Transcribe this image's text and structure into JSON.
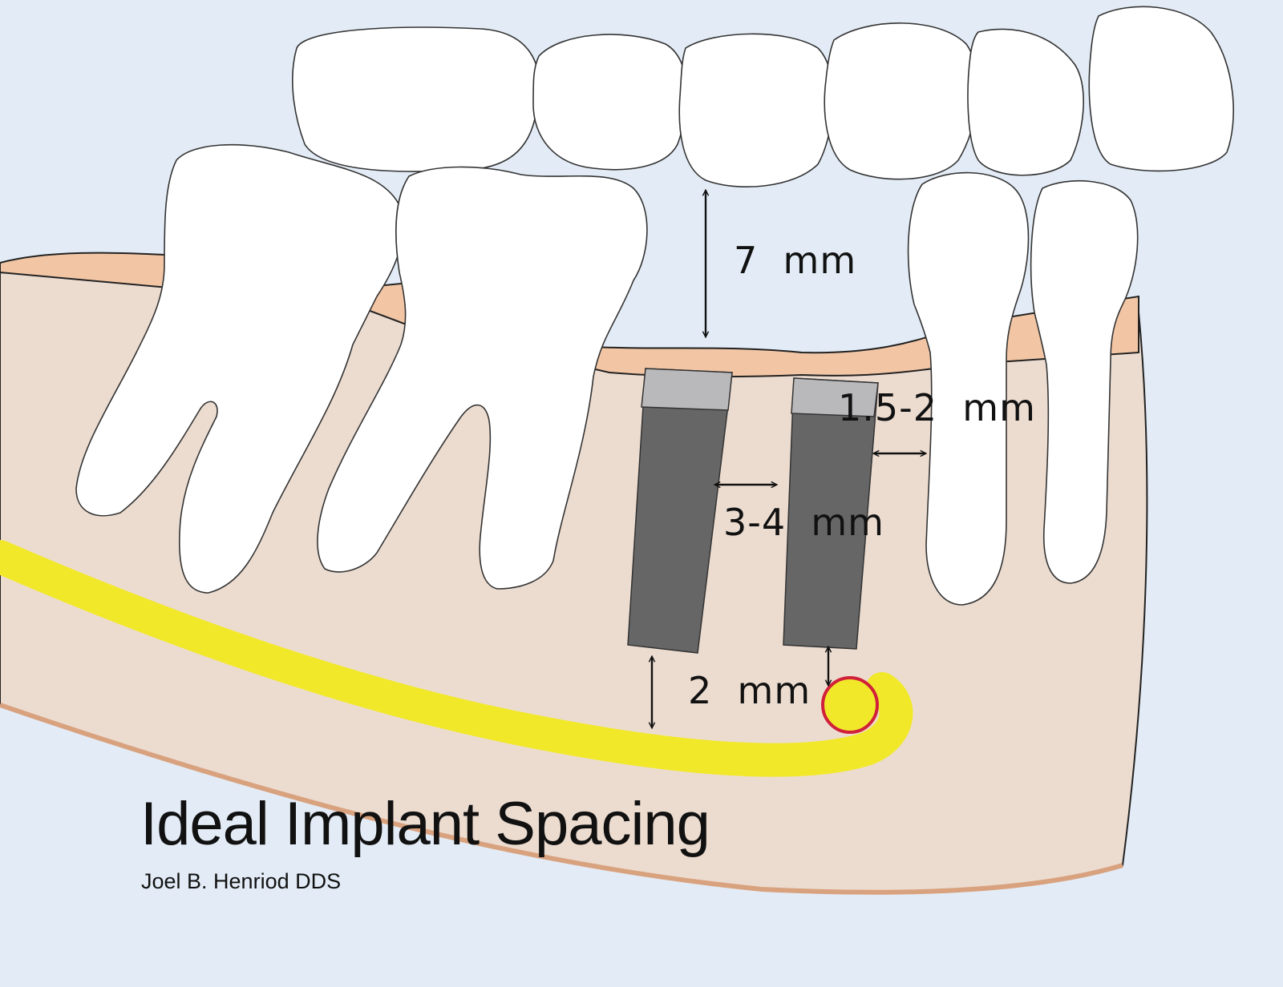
{
  "colors": {
    "background": "#e3ecf6",
    "gum": "#f2c6a5",
    "bone": "#ecdcd0",
    "tooth": "#ffffff",
    "implant_body": "#666666",
    "implant_collar": "#b9b9bc",
    "nerve": "#f1e82a",
    "foramen_outline": "#d1203a",
    "arrows": "#111111"
  },
  "labels": {
    "occlusal_clearance": "7  mm",
    "implant_to_tooth": "1.5-2  mm",
    "implant_to_implant": "3-4  mm",
    "implant_to_nerve": "2  mm"
  },
  "title": "Ideal Implant Spacing",
  "author": "Joel B. Henriod DDS",
  "icons": [
    "double-arrow-vertical",
    "double-arrow-horizontal"
  ]
}
